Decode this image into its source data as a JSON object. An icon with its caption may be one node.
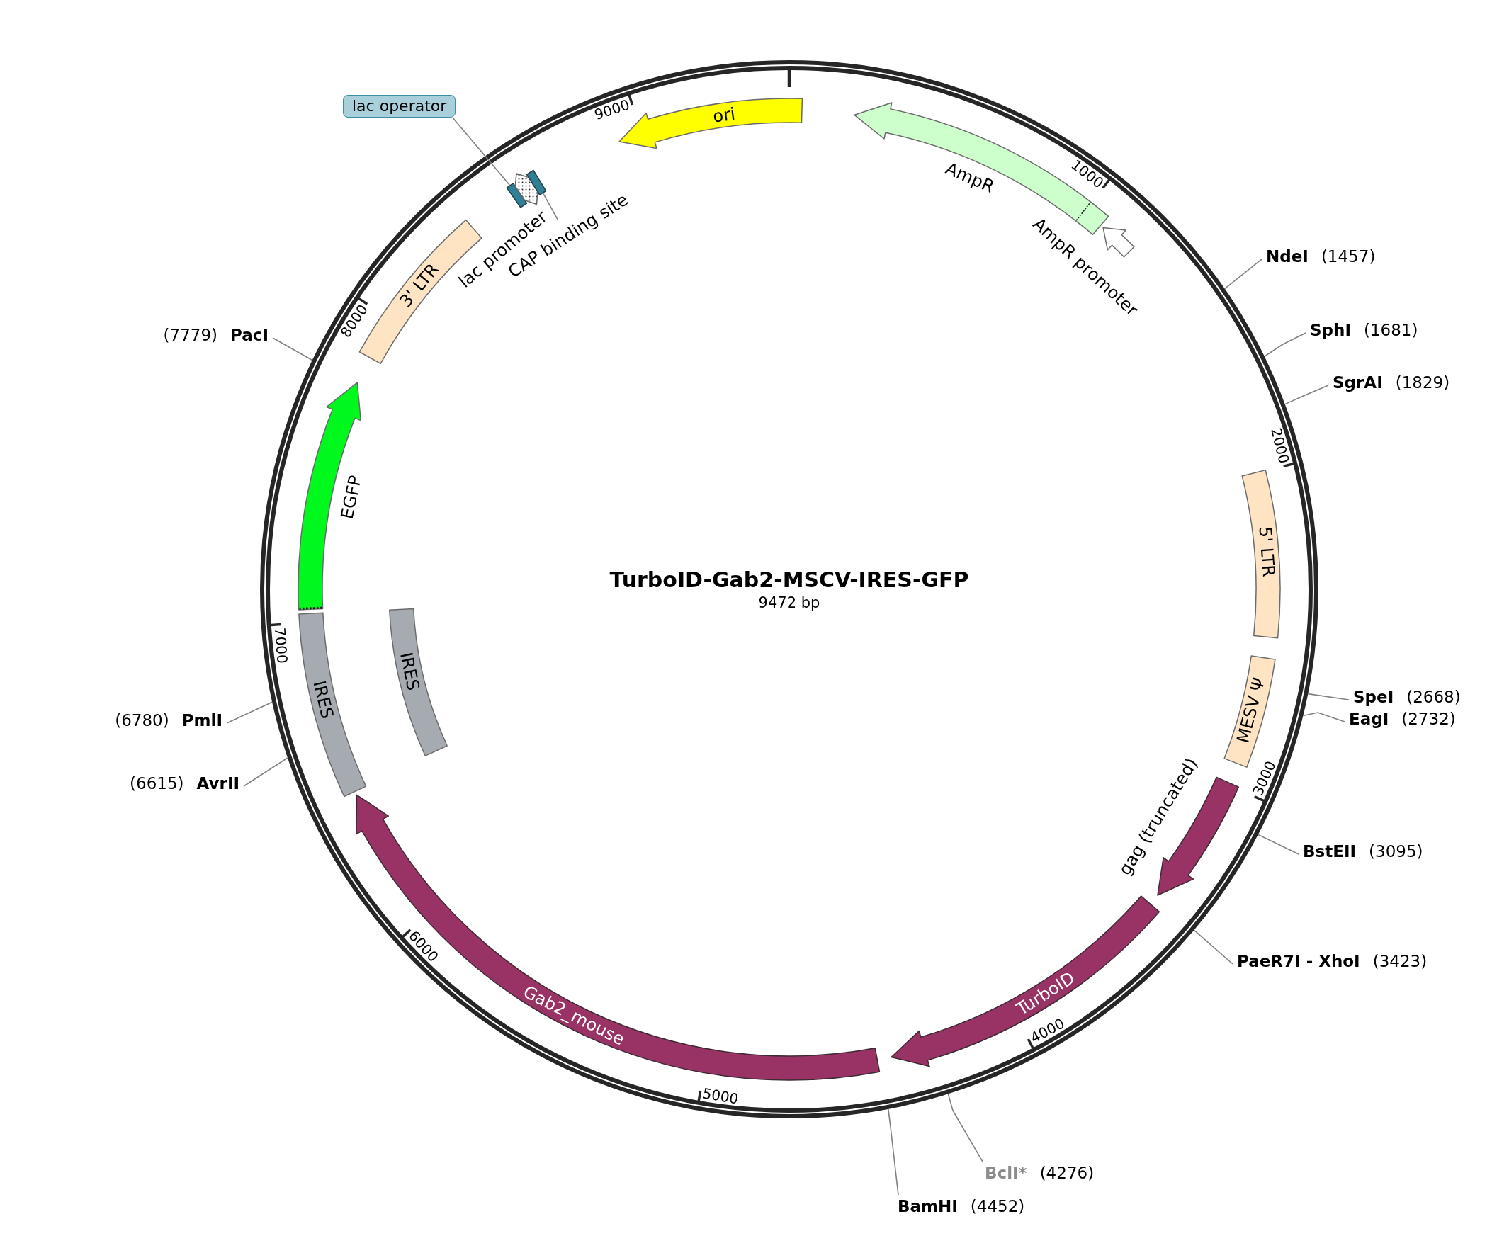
{
  "diagram": {
    "title": "TurboID-Gab2-MSCV-IRES-GFP",
    "nodes": [
      {
        "text": [
          "ori"
        ]
      },
      {
        "text": [
          "AmpR"
        ]
      },
      {
        "text": [
          "AmpR promoter"
        ]
      },
      {
        "text": [
          "NdeI",
          "(1457)"
        ]
      },
      {
        "text": [
          "SphI",
          "(1681)"
        ]
      },
      {
        "text": [
          "SgrAI",
          "(1829)"
        ]
      },
      {
        "text": [
          "5' LTR"
        ]
      },
      {
        "text": [
          "MESV Ψ"
        ]
      },
      {
        "text": [
          "SpeI",
          "(2668)"
        ]
      },
      {
        "text": [
          "EagI",
          "(2732)"
        ]
      },
      {
        "text": [
          "gag (truncated)"
        ]
      },
      {
        "text": [
          "BstEII",
          "(3095)"
        ]
      },
      {
        "text": [
          "TurboID"
        ]
      },
      {
        "text": [
          "PaeR7I - XhoI",
          "(3423)"
        ]
      },
      {
        "text": [
          "Gab2_mouse"
        ]
      },
      {
        "text": [
          "BclI*",
          "(4276)"
        ]
      },
      {
        "text": [
          "BamHI",
          "(4452)"
        ]
      },
      {
        "text": [
          "IRES"
        ]
      },
      {
        "text": [
          "IRES"
        ]
      },
      {
        "text": [
          "(6615)",
          "AvrII"
        ]
      },
      {
        "text": [
          "(6780)",
          "PmlI"
        ]
      },
      {
        "text": [
          "EGFP"
        ]
      },
      {
        "text": [
          "(7779)",
          "PacI"
        ]
      },
      {
        "text": [
          "3' LTR"
        ]
      },
      {
        "text": [
          "lac operator"
        ]
      },
      {
        "text": [],
        "shape": "box"
      },
      {
        "text": [
          "lac promoter"
        ]
      },
      {
        "text": [
          "CAP binding site"
        ]
      },
      {
        "text": [],
        "shape": "box"
      }
    ],
    "edges": [
      {
        "from": 3,
        "to": null,
        "arrow": "none"
      },
      {
        "from": 4,
        "to": null,
        "arrow": "none"
      },
      {
        "from": 5,
        "to": null,
        "arrow": "none"
      },
      {
        "from": 8,
        "to": null,
        "arrow": "none"
      },
      {
        "from": 9,
        "to": null,
        "arrow": "none"
      },
      {
        "from": 11,
        "to": null,
        "arrow": "none"
      },
      {
        "from": 13,
        "to": null,
        "arrow": "none"
      },
      {
        "from": 15,
        "to": null,
        "arrow": "none"
      },
      {
        "from": 16,
        "to": null,
        "arrow": "none"
      },
      {
        "from": 19,
        "to": null,
        "arrow": "none"
      },
      {
        "from": 20,
        "to": null,
        "arrow": "none"
      },
      {
        "from": 22,
        "to": null,
        "arrow": "none"
      },
      {
        "from": 24,
        "to": 25,
        "arrow": "none"
      },
      {
        "from": 27,
        "to": 28,
        "arrow": "none"
      }
    ],
    "labels": [
      "9472 bp",
      "1000",
      "2000",
      "3000",
      "4000",
      "5000",
      "6000",
      "7000",
      "8000",
      "9000"
    ]
  }
}
